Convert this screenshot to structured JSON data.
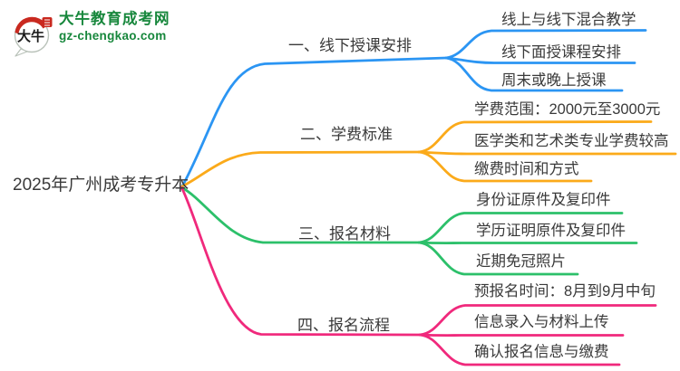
{
  "logo": {
    "site_name": "大牛教育成考网",
    "site_url": "gz-chengkao.com",
    "bubble_text": "大牛",
    "brand_green": "#17873c",
    "seal_red": "#c9291f"
  },
  "mindmap": {
    "root": {
      "label": "2025年广州成考专升本",
      "text_color": "#3a3a3a"
    },
    "branches": [
      {
        "label": "一、线下授课安排",
        "color": "#2b95f3",
        "children": [
          {
            "text": "线上与线下混合教学"
          },
          {
            "text": "线下面授课程安排"
          },
          {
            "text": "周末或晚上授课"
          }
        ]
      },
      {
        "label": "二、学费标准",
        "color": "#fbaa1a",
        "children": [
          {
            "text": "学费范围：2000元至3000元"
          },
          {
            "text": "医学类和艺术类专业学费较高"
          },
          {
            "text": "缴费时间和方式"
          }
        ]
      },
      {
        "label": "三、报名材料",
        "color": "#2cc06a",
        "children": [
          {
            "text": "身份证原件及复印件"
          },
          {
            "text": "学历证明原件及复印件"
          },
          {
            "text": "近期免冠照片"
          }
        ]
      },
      {
        "label": "四、报名流程",
        "color": "#f0297c",
        "children": [
          {
            "text": "预报名时间：8月到9月中旬"
          },
          {
            "text": "信息录入与材料上传"
          },
          {
            "text": "确认报名信息与缴费"
          }
        ]
      }
    ]
  }
}
